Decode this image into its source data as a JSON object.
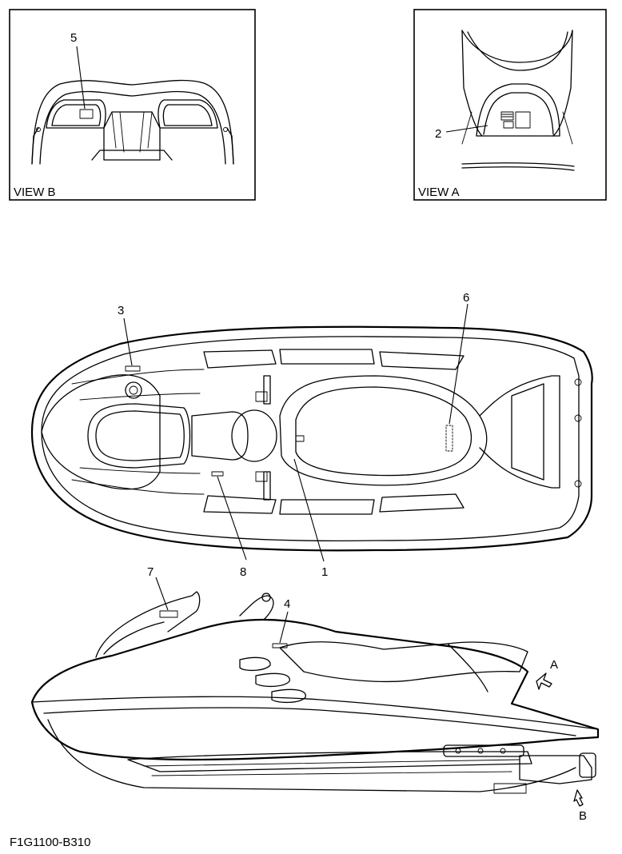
{
  "views": {
    "view_b": {
      "title": "VIEW B"
    },
    "view_a": {
      "title": "VIEW A"
    }
  },
  "callouts": {
    "c1": "1",
    "c2": "2",
    "c3": "3",
    "c4": "4",
    "c5": "5",
    "c6": "6",
    "c7": "7",
    "c8": "8"
  },
  "arrows": {
    "a": "A",
    "b": "B"
  },
  "figure_code": "F1G1100-B310"
}
